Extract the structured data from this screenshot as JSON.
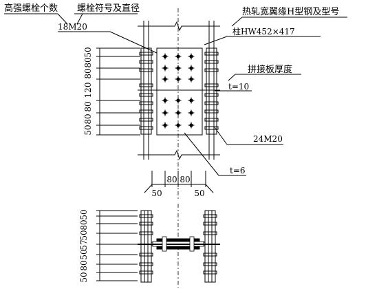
{
  "labels": {
    "bolt_count": "高强螺栓个数",
    "bolt_symbol": "螺栓符号及直径",
    "steel_section_title": "热轧宽翼缘H型钢及型号",
    "flange_bolts": "18M20",
    "column_section": "柱HW452×417",
    "splice_plate_title": "拼接板厚度",
    "flange_plate_thickness": "t=10",
    "web_bolts": "24M20",
    "web_plate_thickness": "t=6"
  },
  "dimensions": {
    "left_vertical": [
      "50",
      "80",
      "80",
      "120",
      "80",
      "80",
      "50"
    ],
    "bottom_horizontal": [
      "50",
      "80",
      "80",
      "50"
    ],
    "section_vertical": [
      "50",
      "80",
      "50",
      "57",
      "50",
      "80",
      "50"
    ]
  }
}
